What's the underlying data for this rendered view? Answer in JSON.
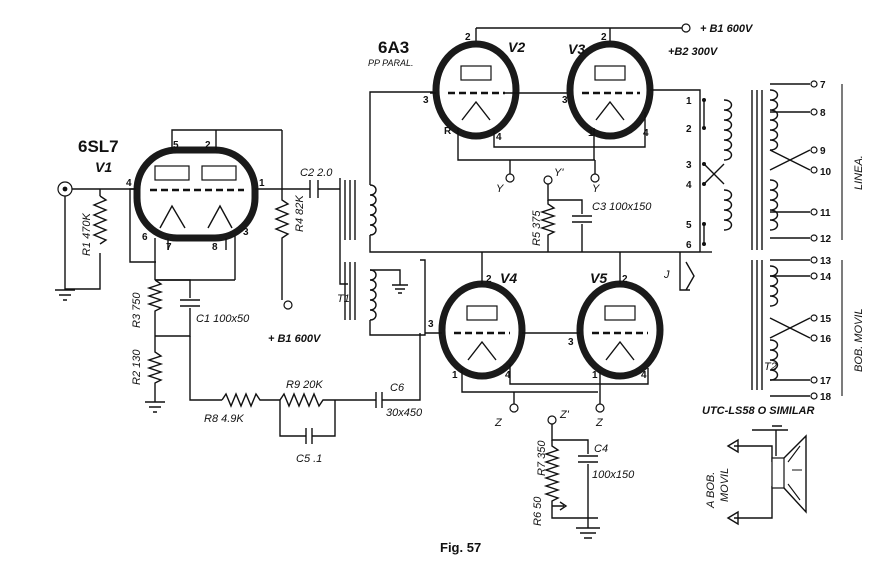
{
  "figure": {
    "caption": "Fig. 57"
  },
  "tubes": {
    "v1": {
      "type": "6SL7",
      "name": "V1",
      "pins": [
        "5",
        "2",
        "4",
        "1",
        "6",
        "7",
        "8",
        "3"
      ]
    },
    "pair_top": {
      "type": "6A3",
      "note": "PP PARAL."
    },
    "v2": {
      "name": "V2",
      "pins": [
        "2",
        "3",
        "4",
        "R"
      ]
    },
    "v3": {
      "name": "V3",
      "pins": [
        "2",
        "3",
        "1",
        "4"
      ]
    },
    "v4": {
      "name": "V4",
      "pins": [
        "2",
        "3",
        "1",
        "4"
      ]
    },
    "v5": {
      "name": "V5",
      "pins": [
        "2",
        "3",
        "1",
        "4"
      ]
    }
  },
  "supplies": {
    "b1": "+ B1 600V",
    "b2": "+B2 300V",
    "b1_low": "+ B1 600V"
  },
  "components": {
    "r1": {
      "ref": "R1",
      "value": "470K"
    },
    "r2": {
      "ref": "R2",
      "value": "130"
    },
    "r3": {
      "ref": "R3",
      "value": "750"
    },
    "r4": {
      "ref": "R4",
      "value": "82K"
    },
    "r5": {
      "ref": "R5",
      "value": "375"
    },
    "r6": {
      "ref": "R6",
      "value": "50"
    },
    "r7": {
      "ref": "R7",
      "value": "350"
    },
    "r8": {
      "ref": "R8",
      "value": "4.9K"
    },
    "r9": {
      "ref": "R9",
      "value": "20K"
    },
    "c1": {
      "ref": "C1",
      "value": "100x50"
    },
    "c2": {
      "ref": "C2",
      "value": "2.0"
    },
    "c3": {
      "ref": "C3",
      "value": "100x150"
    },
    "c4": {
      "ref": "C4",
      "value": "100x150"
    },
    "c5": {
      "ref": "C5",
      "value": ".1"
    },
    "c6": {
      "ref": "C6",
      "value": "30x450"
    },
    "t1": {
      "ref": "T1"
    },
    "t2": {
      "ref": "T2"
    },
    "j": {
      "ref": "J"
    }
  },
  "nodes": {
    "y": "Y",
    "y_prime": "Y'",
    "y_right": "Y",
    "z": "Z",
    "z_prime": "Z'",
    "z_right": "Z"
  },
  "transformer_out": {
    "primary_pins": [
      "1",
      "2",
      "3",
      "4",
      "5",
      "6"
    ],
    "line_taps": [
      "7",
      "8",
      "9",
      "10",
      "11",
      "12"
    ],
    "voice_taps": [
      "13",
      "14",
      "15",
      "16",
      "17",
      "18"
    ],
    "line_label": "LINEA.",
    "voice_label": "BOB. MOVIL",
    "part": "UTC-LS58  O SIMILAR"
  },
  "speaker": {
    "label_line1": "A BOB.",
    "label_line2": "MOVIL"
  }
}
